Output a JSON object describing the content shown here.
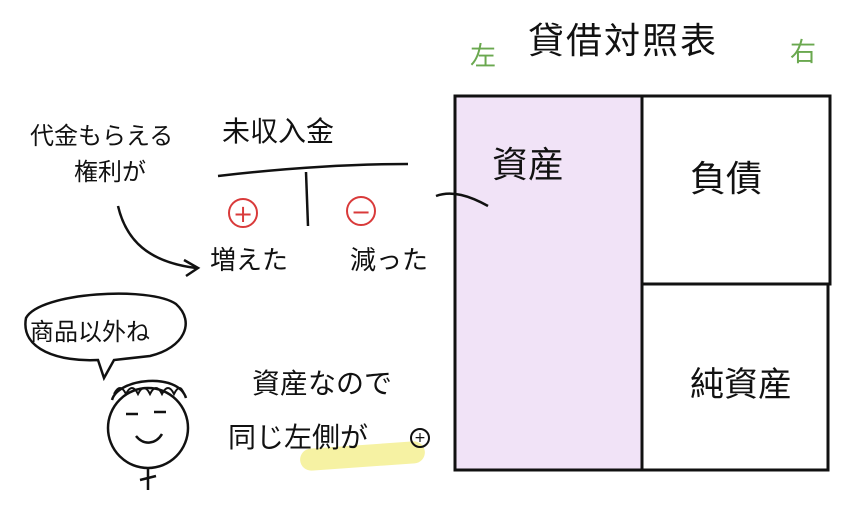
{
  "balance_sheet": {
    "title": "貸借対照表",
    "left_label": "左",
    "right_label": "右",
    "assets_label": "資産",
    "liabilities_label": "負債",
    "equity_label": "純資産"
  },
  "t_account": {
    "title": "未収入金",
    "debit_sign": "+",
    "credit_sign": "−",
    "debit_result": "増えた",
    "credit_result": "減った"
  },
  "side_note": {
    "line1": "代金もらえる",
    "line2": "権利が"
  },
  "speech_bubble": {
    "text": "商品以外ね"
  },
  "bottom_note": {
    "line1": "資産なので",
    "line2": "同じ左側が",
    "sign": "+"
  },
  "colors": {
    "assets_fill": "#f1e3f7",
    "direction_labels": "#6aa84f",
    "signs": "#d93a3a",
    "highlight": "#f6f2a3"
  }
}
